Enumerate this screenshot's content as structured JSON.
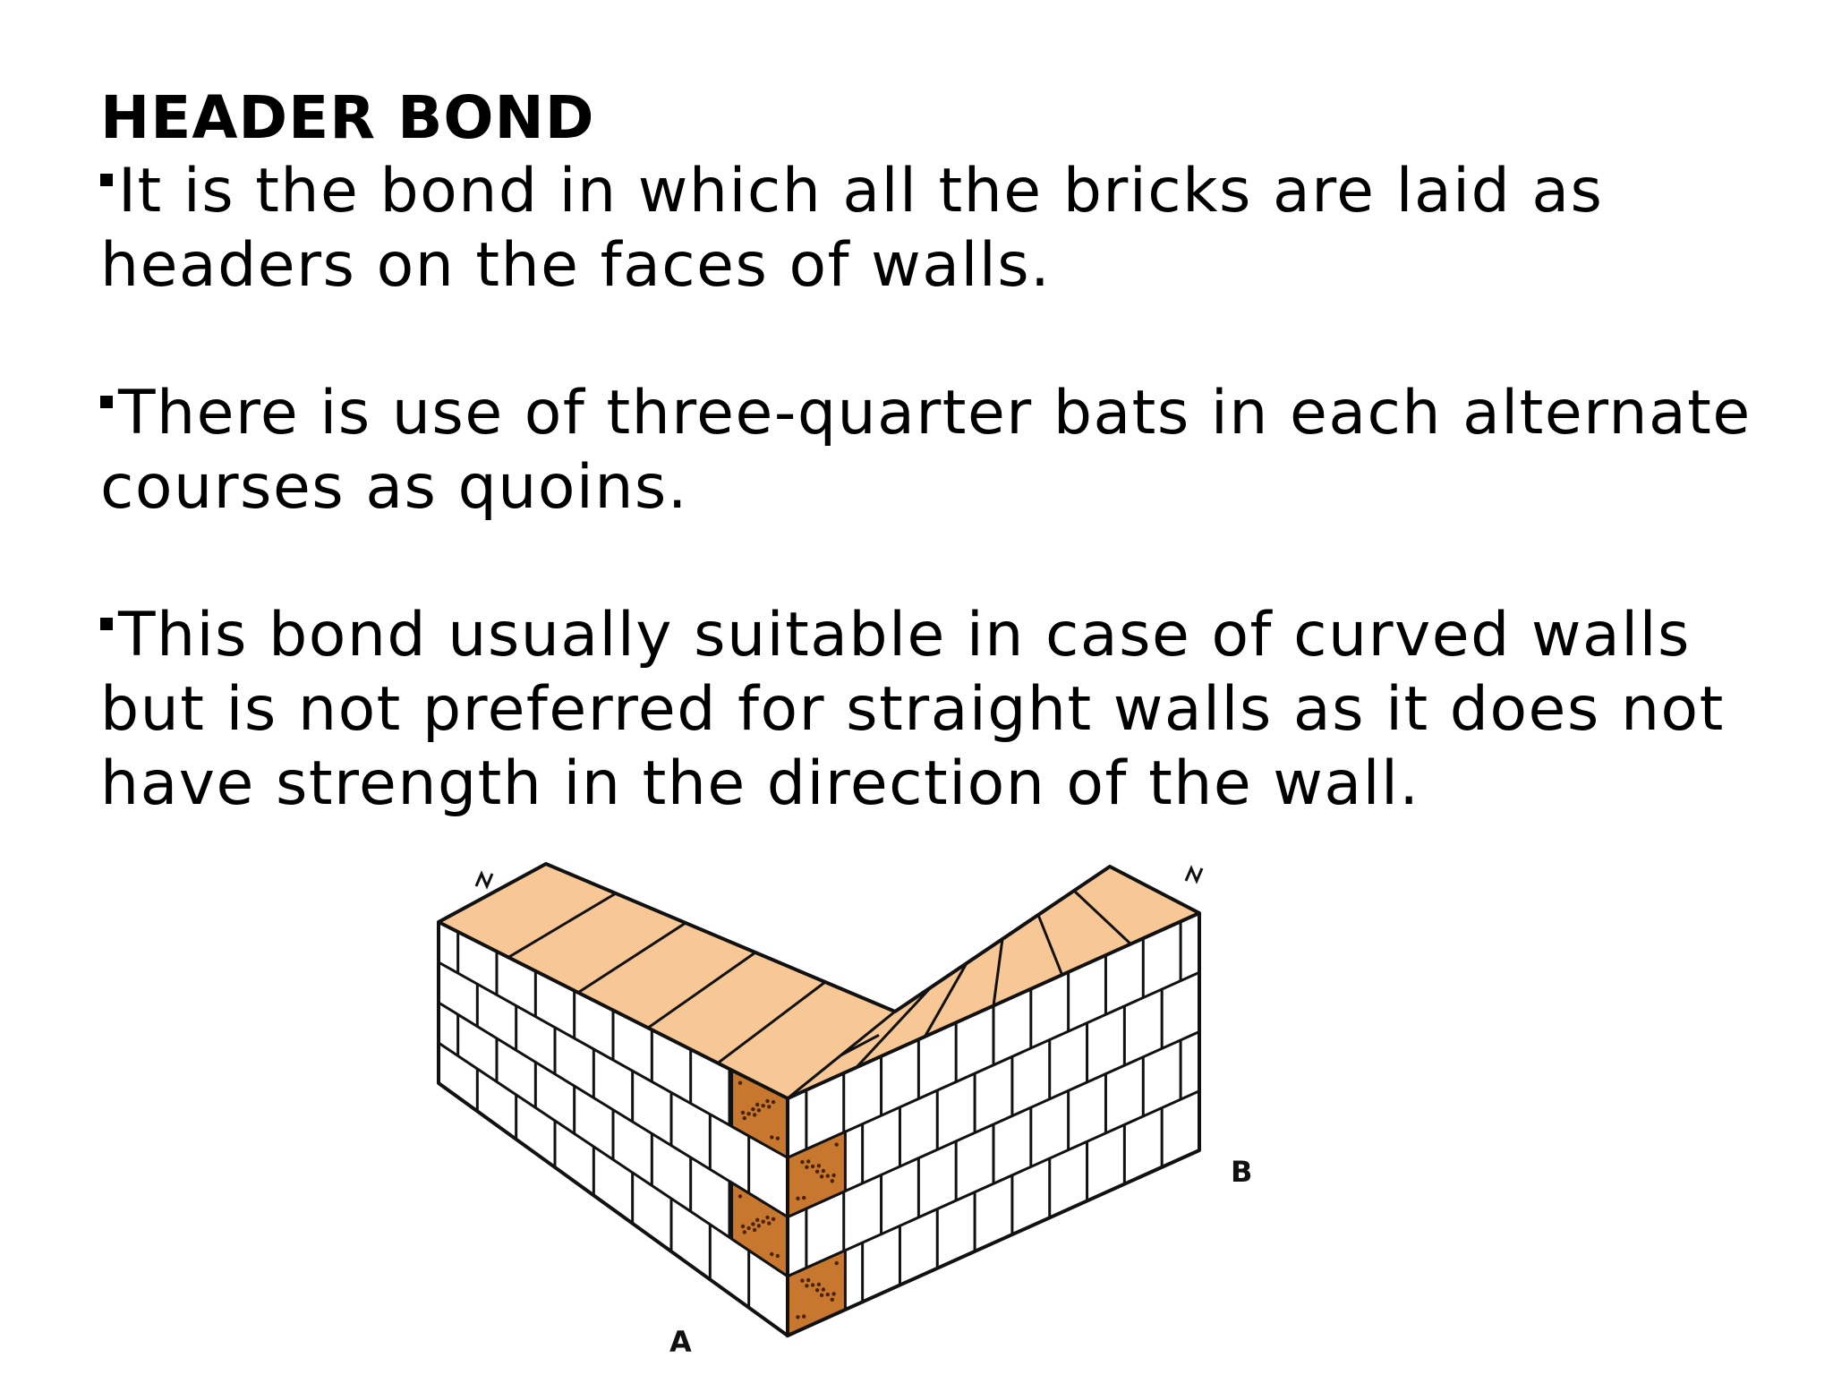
{
  "slide": {
    "title": "HEADER BOND",
    "bullets": [
      "It is the bond in which all the bricks are laid as headers on the faces of walls.",
      "There is use of three-quarter bats in each alternate courses as quoins.",
      "This bond usually suitable in case of curved walls but is not preferred for straight walls as it does not have strength in the direction of the wall."
    ]
  },
  "figure": {
    "label_a": "A",
    "label_b": "B",
    "colors": {
      "brick_top": "#f7c896",
      "quoin_bat": "#c8782e",
      "brick_face": "#ffffff",
      "outline": "#111111"
    }
  }
}
